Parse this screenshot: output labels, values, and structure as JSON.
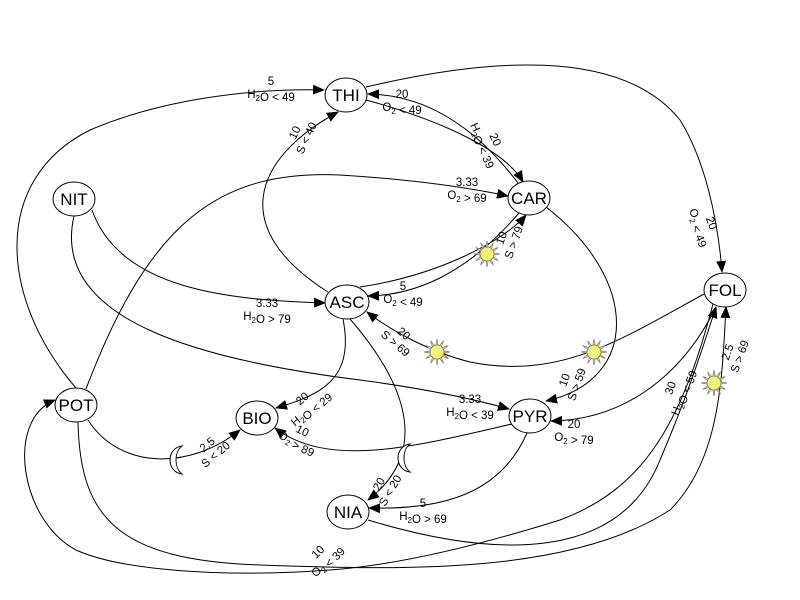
{
  "nodes": [
    {
      "id": "THI",
      "label": "THI"
    },
    {
      "id": "CAR",
      "label": "CAR"
    },
    {
      "id": "NIT",
      "label": "NIT"
    },
    {
      "id": "ASC",
      "label": "ASC"
    },
    {
      "id": "FOL",
      "label": "FOL"
    },
    {
      "id": "POT",
      "label": "POT"
    },
    {
      "id": "BIO",
      "label": "BIO"
    },
    {
      "id": "PYR",
      "label": "PYR"
    },
    {
      "id": "NIA",
      "label": "NIA"
    }
  ],
  "edges": [
    {
      "id": "pot-thi",
      "from": "POT",
      "to": "THI",
      "weight": "5",
      "condition": "H₂O < 49"
    },
    {
      "id": "car-thi",
      "from": "CAR",
      "to": "THI",
      "weight": "20",
      "condition": "O₂ < 49"
    },
    {
      "id": "thi-car",
      "from": "THI",
      "to": "CAR",
      "weight": "20",
      "condition": "H₂O < 39"
    },
    {
      "id": "asc-thi",
      "from": "ASC",
      "to": "THI",
      "weight": "10",
      "condition": "S < 40"
    },
    {
      "id": "thi-fol",
      "from": "THI",
      "to": "FOL",
      "weight": "20",
      "condition": "O₂ < 49"
    },
    {
      "id": "pot-car",
      "from": "POT",
      "to": "CAR",
      "weight": "3.33",
      "condition": "O₂ > 69"
    },
    {
      "id": "asc-car",
      "from": "ASC",
      "to": "CAR",
      "weight": "10",
      "condition": "S > 79"
    },
    {
      "id": "car-asc",
      "from": "CAR",
      "to": "ASC",
      "weight": "5",
      "condition": "O₂ < 49"
    },
    {
      "id": "nit-asc",
      "from": "NIT",
      "to": "ASC",
      "weight": "3.33",
      "condition": "H₂O > 79"
    },
    {
      "id": "fol-asc",
      "from": "FOL",
      "to": "ASC",
      "weight": "20",
      "condition": "S > 69"
    },
    {
      "id": "car-pyr",
      "from": "CAR",
      "to": "PYR",
      "weight": "10",
      "condition": "S > 59"
    },
    {
      "id": "nit-pyr",
      "from": "NIT",
      "to": "PYR",
      "weight": "3.33",
      "condition": "H₂O < 39"
    },
    {
      "id": "asc-bio",
      "from": "ASC",
      "to": "BIO",
      "weight": "20",
      "condition": "H₂O < 29"
    },
    {
      "id": "pyr-bio",
      "from": "PYR",
      "to": "BIO",
      "weight": "10",
      "condition": "O₂ > 89"
    },
    {
      "id": "fol-pyr",
      "from": "FOL",
      "to": "PYR",
      "weight": "20",
      "condition": "O₂ > 79"
    },
    {
      "id": "pot-bio",
      "from": "POT",
      "to": "BIO",
      "weight": "2.5",
      "condition": "S < 20"
    },
    {
      "id": "asc-nia",
      "from": "ASC",
      "to": "NIA",
      "weight": "20",
      "condition": "S < 20"
    },
    {
      "id": "pyr-nia",
      "from": "PYR",
      "to": "NIA",
      "weight": "5",
      "condition": "H₂O > 69"
    },
    {
      "id": "nia-fol",
      "from": "NIA",
      "to": "FOL",
      "weight": "30",
      "condition": "H₂O < 59"
    },
    {
      "id": "pot-fol",
      "from": "POT",
      "to": "FOL",
      "weight": "2.5",
      "condition": "S > 69"
    },
    {
      "id": "fol-pot",
      "from": "FOL",
      "to": "POT",
      "weight": "10",
      "condition": "O₂ < 39"
    }
  ],
  "icons": [
    {
      "id": "sun-asc-car",
      "kind": "sun-icon",
      "edge": "asc-car",
      "color": "#f5f07a"
    },
    {
      "id": "sun-fol-asc",
      "kind": "sun-icon",
      "edge": "fol-asc",
      "color": "#f5f07a"
    },
    {
      "id": "sun-car-pyr",
      "kind": "sun-icon",
      "edge": "car-pyr",
      "color": "#f5f07a"
    },
    {
      "id": "sun-pot-fol",
      "kind": "sun-icon",
      "edge": "pot-fol",
      "color": "#f5f07a"
    },
    {
      "id": "moon-pot-bio",
      "kind": "moon-icon",
      "edge": "pot-bio",
      "color": "#ffffff"
    },
    {
      "id": "moon-asc-nia",
      "kind": "moon-icon",
      "edge": "asc-nia",
      "color": "#ffffff"
    }
  ]
}
